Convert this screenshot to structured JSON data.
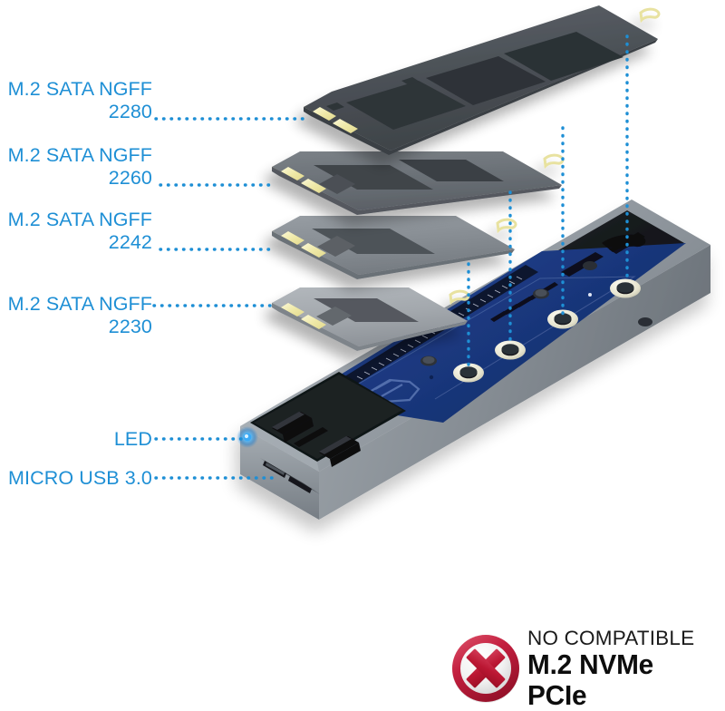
{
  "background_color": "#ffffff",
  "accent_color": "#1e8fd5",
  "callouts": [
    {
      "name": "m2-sata-ngff-2280",
      "line1": "M.2 SATA NGFF",
      "line2": "2280"
    },
    {
      "name": "m2-sata-ngff-2260",
      "line1": "M.2 SATA NGFF",
      "line2": "2260"
    },
    {
      "name": "m2-sata-ngff-2242",
      "line1": "M.2 SATA NGFF",
      "line2": "2242"
    },
    {
      "name": "m2-sata-ngff-2230",
      "line1": "M.2 SATA NGFF",
      "line2": "2230"
    },
    {
      "name": "led",
      "line1": "LED",
      "line2": ""
    },
    {
      "name": "micro-usb-3",
      "line1": "MICRO USB 3.0",
      "line2": ""
    }
  ],
  "badge": {
    "icon": "red-circle-x-icon",
    "line1": "NO COMPATIBLE",
    "line2": "M.2 NVMe PCIe",
    "icon_color": "#bb1733",
    "text_color": "#111111"
  },
  "product": {
    "enclosure_body_color": "#8d949b",
    "enclosure_inner_color": "#1b1d21",
    "pcb_color": "#1c3a86",
    "standoff_ring_color": "#efeede",
    "led_color": "#2aa7ff",
    "ssd_modules": [
      {
        "name": "ssd-2280",
        "pcb_color": "#4c5156",
        "size_label": "2280"
      },
      {
        "name": "ssd-2260",
        "pcb_color": "#6b7076",
        "size_label": "2260"
      },
      {
        "name": "ssd-2242",
        "pcb_color": "#878c92",
        "size_label": "2242"
      },
      {
        "name": "ssd-2230",
        "pcb_color": "#a4a9ae",
        "size_label": "2230"
      }
    ],
    "gold_contact_color": "#f2eeb8",
    "mounting_holes": 4
  }
}
